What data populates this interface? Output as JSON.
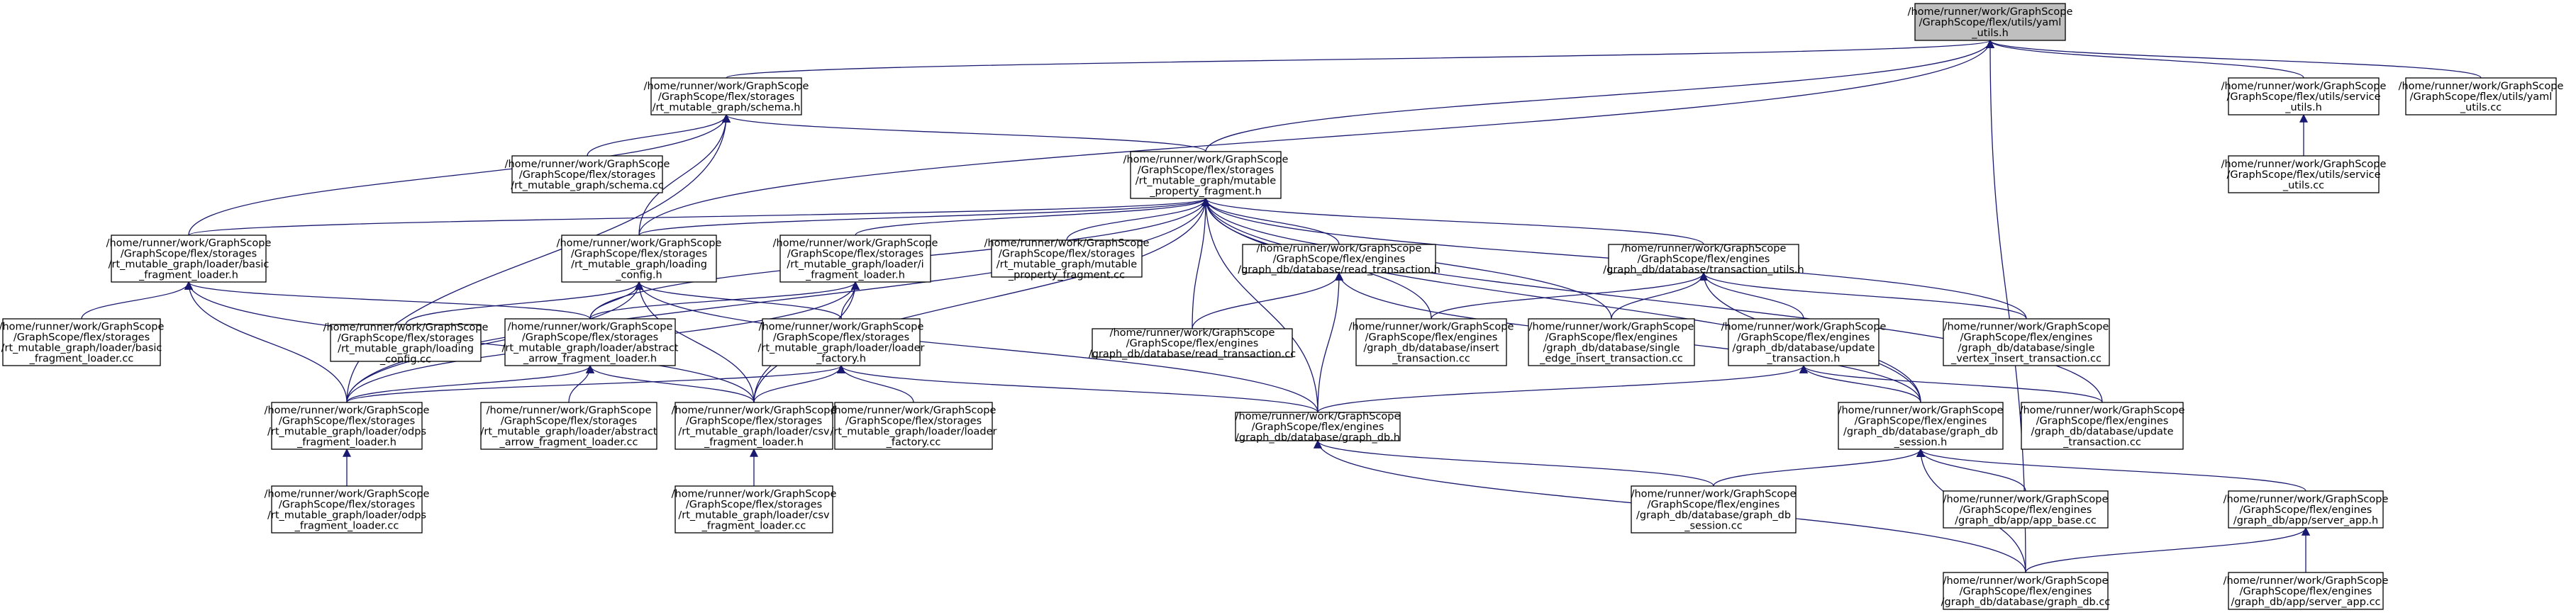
{
  "nodes": [
    {
      "id": "root",
      "root": true,
      "lines": [
        "/home/runner/work/GraphScope",
        "/GraphScope/flex/utils/yaml",
        "_utils.h"
      ]
    },
    {
      "id": "schema_h",
      "lines": [
        "/home/runner/work/GraphScope",
        "/GraphScope/flex/storages",
        "/rt_mutable_graph/schema.h"
      ]
    },
    {
      "id": "service_utils_h",
      "lines": [
        "/home/runner/work/GraphScope",
        "/GraphScope/flex/utils/service",
        "_utils.h"
      ]
    },
    {
      "id": "yaml_utils_cc",
      "lines": [
        "/home/runner/work/GraphScope",
        "/GraphScope/flex/utils/yaml",
        "_utils.cc"
      ]
    },
    {
      "id": "schema_cc",
      "lines": [
        "/home/runner/work/GraphScope",
        "/GraphScope/flex/storages",
        "/rt_mutable_graph/schema.cc"
      ]
    },
    {
      "id": "mpf_h",
      "lines": [
        "/home/runner/work/GraphScope",
        "/GraphScope/flex/storages",
        "/rt_mutable_graph/mutable",
        "_property_fragment.h"
      ]
    },
    {
      "id": "service_utils_cc",
      "lines": [
        "/home/runner/work/GraphScope",
        "/GraphScope/flex/utils/service",
        "_utils.cc"
      ]
    },
    {
      "id": "basic_loader_h",
      "lines": [
        "/home/runner/work/GraphScope",
        "/GraphScope/flex/storages",
        "/rt_mutable_graph/loader/basic",
        "_fragment_loader.h"
      ]
    },
    {
      "id": "loading_config_h",
      "lines": [
        "/home/runner/work/GraphScope",
        "/GraphScope/flex/storages",
        "/rt_mutable_graph/loading",
        "_config.h"
      ]
    },
    {
      "id": "i_loader_h",
      "lines": [
        "/home/runner/work/GraphScope",
        "/GraphScope/flex/storages",
        "/rt_mutable_graph/loader/i",
        "_fragment_loader.h"
      ]
    },
    {
      "id": "mpf_cc",
      "lines": [
        "/home/runner/work/GraphScope",
        "/GraphScope/flex/storages",
        "/rt_mutable_graph/mutable",
        "_property_fragment.cc"
      ]
    },
    {
      "id": "read_txn_h",
      "lines": [
        "/home/runner/work/GraphScope",
        "/GraphScope/flex/engines",
        "/graph_db/database/read_transaction.h"
      ]
    },
    {
      "id": "txn_utils_h",
      "lines": [
        "/home/runner/work/GraphScope",
        "/GraphScope/flex/engines",
        "/graph_db/database/transaction_utils.h"
      ]
    },
    {
      "id": "basic_loader_cc",
      "lines": [
        "/home/runner/work/GraphScope",
        "/GraphScope/flex/storages",
        "/rt_mutable_graph/loader/basic",
        "_fragment_loader.cc"
      ]
    },
    {
      "id": "loading_config_cc",
      "lines": [
        "/home/runner/work/GraphScope",
        "/GraphScope/flex/storages",
        "/rt_mutable_graph/loading",
        "_config.cc"
      ]
    },
    {
      "id": "abstract_loader_h",
      "lines": [
        "/home/runner/work/GraphScope",
        "/GraphScope/flex/storages",
        "/rt_mutable_graph/loader/abstract",
        "_arrow_fragment_loader.h"
      ]
    },
    {
      "id": "loader_factory_h",
      "lines": [
        "/home/runner/work/GraphScope",
        "/GraphScope/flex/storages",
        "/rt_mutable_graph/loader/loader",
        "_factory.h"
      ]
    },
    {
      "id": "read_txn_cc",
      "lines": [
        "/home/runner/work/GraphScope",
        "/GraphScope/flex/engines",
        "/graph_db/database/read_transaction.cc"
      ]
    },
    {
      "id": "insert_txn_cc",
      "lines": [
        "/home/runner/work/GraphScope",
        "/GraphScope/flex/engines",
        "/graph_db/database/insert",
        "_transaction.cc"
      ]
    },
    {
      "id": "single_edge_cc",
      "lines": [
        "/home/runner/work/GraphScope",
        "/GraphScope/flex/engines",
        "/graph_db/database/single",
        "_edge_insert_transaction.cc"
      ]
    },
    {
      "id": "update_txn_h",
      "lines": [
        "/home/runner/work/GraphScope",
        "/GraphScope/flex/engines",
        "/graph_db/database/update",
        "_transaction.h"
      ]
    },
    {
      "id": "single_vertex_cc",
      "lines": [
        "/home/runner/work/GraphScope",
        "/GraphScope/flex/engines",
        "/graph_db/database/single",
        "_vertex_insert_transaction.cc"
      ]
    },
    {
      "id": "odps_loader_h",
      "lines": [
        "/home/runner/work/GraphScope",
        "/GraphScope/flex/storages",
        "/rt_mutable_graph/loader/odps",
        "_fragment_loader.h"
      ]
    },
    {
      "id": "abstract_loader_cc",
      "lines": [
        "/home/runner/work/GraphScope",
        "/GraphScope/flex/storages",
        "/rt_mutable_graph/loader/abstract",
        "_arrow_fragment_loader.cc"
      ]
    },
    {
      "id": "csv_loader_h",
      "lines": [
        "/home/runner/work/GraphScope",
        "/GraphScope/flex/storages",
        "/rt_mutable_graph/loader/csv",
        "_fragment_loader.h"
      ]
    },
    {
      "id": "loader_factory_cc",
      "lines": [
        "/home/runner/work/GraphScope",
        "/GraphScope/flex/storages",
        "/rt_mutable_graph/loader/loader",
        "_factory.cc"
      ]
    },
    {
      "id": "graph_db_h",
      "lines": [
        "/home/runner/work/GraphScope",
        "/GraphScope/flex/engines",
        "/graph_db/database/graph_db.h"
      ]
    },
    {
      "id": "graph_db_session_h",
      "lines": [
        "/home/runner/work/GraphScope",
        "/GraphScope/flex/engines",
        "/graph_db/database/graph_db",
        "_session.h"
      ]
    },
    {
      "id": "update_txn_cc",
      "lines": [
        "/home/runner/work/GraphScope",
        "/GraphScope/flex/engines",
        "/graph_db/database/update",
        "_transaction.cc"
      ]
    },
    {
      "id": "odps_loader_cc",
      "lines": [
        "/home/runner/work/GraphScope",
        "/GraphScope/flex/storages",
        "/rt_mutable_graph/loader/odps",
        "_fragment_loader.cc"
      ]
    },
    {
      "id": "csv_loader_cc",
      "lines": [
        "/home/runner/work/GraphScope",
        "/GraphScope/flex/storages",
        "/rt_mutable_graph/loader/csv",
        "_fragment_loader.cc"
      ]
    },
    {
      "id": "graph_db_session_cc",
      "lines": [
        "/home/runner/work/GraphScope",
        "/GraphScope/flex/engines",
        "/graph_db/database/graph_db",
        "_session.cc"
      ]
    },
    {
      "id": "app_base_cc",
      "lines": [
        "/home/runner/work/GraphScope",
        "/GraphScope/flex/engines",
        "/graph_db/app/app_base.cc"
      ]
    },
    {
      "id": "server_app_h",
      "lines": [
        "/home/runner/work/GraphScope",
        "/GraphScope/flex/engines",
        "/graph_db/app/server_app.h"
      ]
    },
    {
      "id": "graph_db_cc",
      "lines": [
        "/home/runner/work/GraphScope",
        "/GraphScope/flex/engines",
        "/graph_db/database/graph_db.cc"
      ]
    },
    {
      "id": "server_app_cc",
      "lines": [
        "/home/runner/work/GraphScope",
        "/GraphScope/flex/engines",
        "/graph_db/app/server_app.cc"
      ]
    }
  ],
  "edges": [
    [
      "schema_h",
      "root"
    ],
    [
      "mpf_h",
      "root"
    ],
    [
      "service_utils_h",
      "root"
    ],
    [
      "yaml_utils_cc",
      "root"
    ],
    [
      "loading_config_h",
      "root"
    ],
    [
      "graph_db_cc",
      "root"
    ],
    [
      "schema_cc",
      "schema_h"
    ],
    [
      "mpf_h",
      "schema_h"
    ],
    [
      "basic_loader_h",
      "schema_h"
    ],
    [
      "loading_config_h",
      "schema_h"
    ],
    [
      "odps_loader_h",
      "schema_h"
    ],
    [
      "service_utils_cc",
      "service_utils_h"
    ],
    [
      "basic_loader_h",
      "mpf_h"
    ],
    [
      "loading_config_h",
      "mpf_h"
    ],
    [
      "i_loader_h",
      "mpf_h"
    ],
    [
      "mpf_cc",
      "mpf_h"
    ],
    [
      "read_txn_h",
      "mpf_h"
    ],
    [
      "txn_utils_h",
      "mpf_h"
    ],
    [
      "read_txn_cc",
      "mpf_h"
    ],
    [
      "insert_txn_cc",
      "mpf_h"
    ],
    [
      "single_edge_cc",
      "mpf_h"
    ],
    [
      "single_vertex_cc",
      "mpf_h"
    ],
    [
      "graph_db_h",
      "mpf_h"
    ],
    [
      "graph_db_session_h",
      "mpf_h"
    ],
    [
      "update_txn_cc",
      "mpf_h"
    ],
    [
      "abstract_loader_h",
      "mpf_h"
    ],
    [
      "csv_loader_h",
      "mpf_h"
    ],
    [
      "odps_loader_h",
      "mpf_h"
    ],
    [
      "basic_loader_cc",
      "basic_loader_h"
    ],
    [
      "abstract_loader_h",
      "basic_loader_h"
    ],
    [
      "odps_loader_h",
      "basic_loader_h"
    ],
    [
      "csv_loader_h",
      "basic_loader_h"
    ],
    [
      "loading_config_cc",
      "loading_config_h"
    ],
    [
      "abstract_loader_h",
      "loading_config_h"
    ],
    [
      "odps_loader_h",
      "loading_config_h"
    ],
    [
      "csv_loader_h",
      "loading_config_h"
    ],
    [
      "loader_factory_h",
      "loading_config_h"
    ],
    [
      "graph_db_h",
      "loading_config_h"
    ],
    [
      "loader_factory_h",
      "i_loader_h"
    ],
    [
      "abstract_loader_h",
      "i_loader_h"
    ],
    [
      "odps_loader_h",
      "i_loader_h"
    ],
    [
      "csv_loader_h",
      "i_loader_h"
    ],
    [
      "read_txn_cc",
      "read_txn_h"
    ],
    [
      "graph_db_h",
      "read_txn_h"
    ],
    [
      "graph_db_session_h",
      "read_txn_h"
    ],
    [
      "insert_txn_cc",
      "txn_utils_h"
    ],
    [
      "single_edge_cc",
      "txn_utils_h"
    ],
    [
      "update_txn_h",
      "txn_utils_h"
    ],
    [
      "single_vertex_cc",
      "txn_utils_h"
    ],
    [
      "graph_db_session_h",
      "txn_utils_h"
    ],
    [
      "abstract_loader_cc",
      "abstract_loader_h"
    ],
    [
      "odps_loader_h",
      "abstract_loader_h"
    ],
    [
      "csv_loader_h",
      "abstract_loader_h"
    ],
    [
      "odps_loader_h",
      "loader_factory_h"
    ],
    [
      "csv_loader_h",
      "loader_factory_h"
    ],
    [
      "loader_factory_cc",
      "loader_factory_h"
    ],
    [
      "graph_db_h",
      "loader_factory_h"
    ],
    [
      "graph_db_h",
      "update_txn_h"
    ],
    [
      "graph_db_session_h",
      "update_txn_h"
    ],
    [
      "update_txn_cc",
      "update_txn_h"
    ],
    [
      "odps_loader_cc",
      "odps_loader_h"
    ],
    [
      "csv_loader_cc",
      "csv_loader_h"
    ],
    [
      "graph_db_session_cc",
      "graph_db_h"
    ],
    [
      "graph_db_cc",
      "graph_db_h"
    ],
    [
      "graph_db_session_cc",
      "graph_db_session_h"
    ],
    [
      "app_base_cc",
      "graph_db_session_h"
    ],
    [
      "server_app_h",
      "graph_db_session_h"
    ],
    [
      "graph_db_cc",
      "graph_db_session_h"
    ],
    [
      "graph_db_cc",
      "server_app_h"
    ],
    [
      "server_app_cc",
      "server_app_h"
    ]
  ]
}
